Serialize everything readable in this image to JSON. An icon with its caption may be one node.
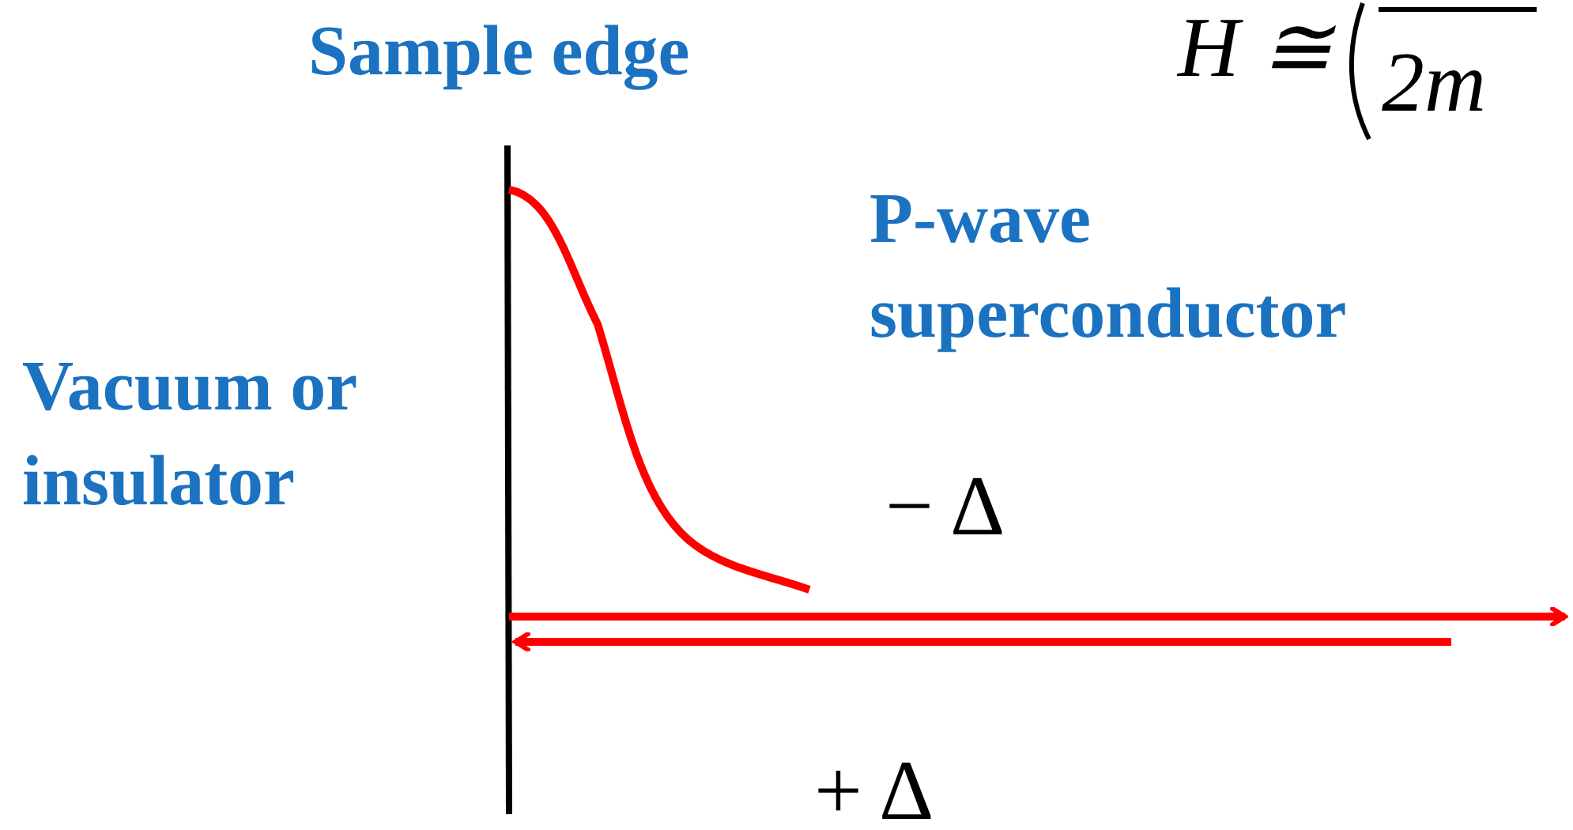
{
  "diagram": {
    "labels": [
      "Sample edge",
      "H ≅",
      "2m",
      "P-wave superconductor",
      "Vacuum or insulator",
      "− Δ",
      "+ Δ"
    ]
  }
}
